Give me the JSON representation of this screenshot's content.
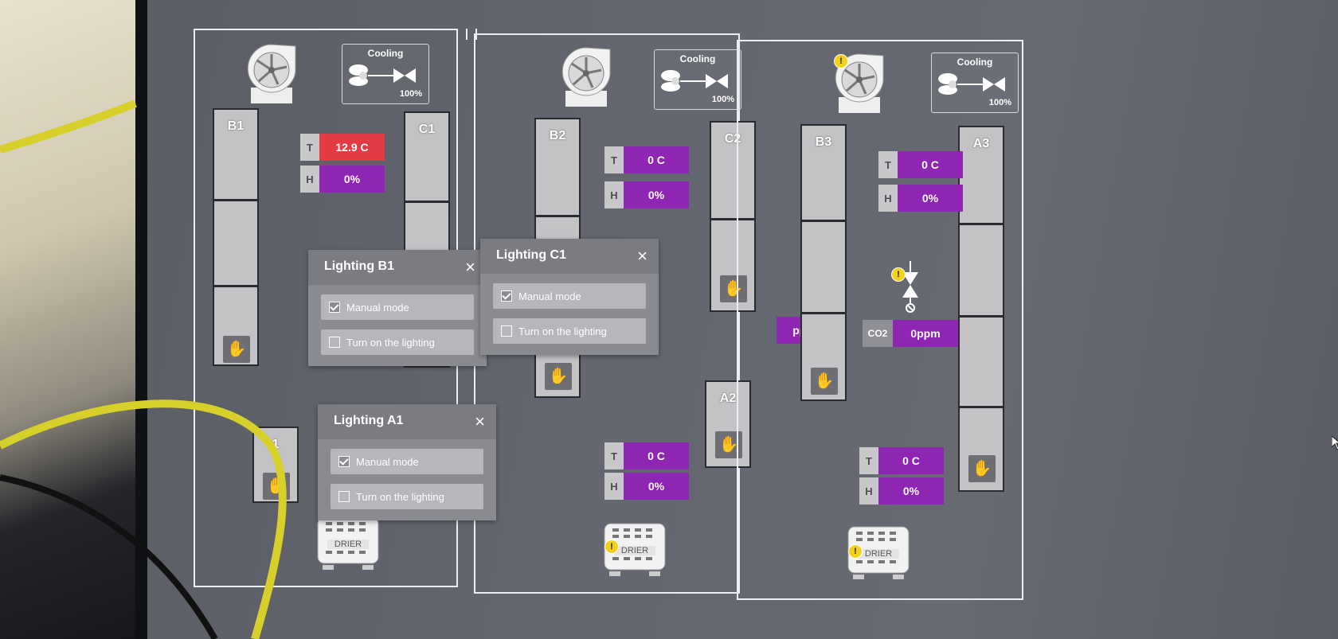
{
  "cooling": {
    "label": "Cooling",
    "percent": "100%"
  },
  "zones": [
    {
      "rack_a": {
        "label": "B1"
      },
      "rack_b": {
        "label": "C1"
      },
      "rack_c": {
        "label": "1"
      },
      "sensor_t": {
        "key": "T",
        "value": "12.9 C"
      },
      "sensor_h": {
        "key": "H",
        "value": "0%"
      },
      "drier": "DRIER"
    },
    {
      "rack_a": {
        "label": "B2"
      },
      "rack_b": {
        "label": "C2"
      },
      "rack_c": {
        "label": "A2"
      },
      "sensor_t": {
        "key": "T",
        "value": "0 C"
      },
      "sensor_h": {
        "key": "H",
        "value": "0%"
      },
      "sensor_t2": {
        "key": "T",
        "value": "0 C"
      },
      "sensor_h2": {
        "key": "H",
        "value": "0%"
      },
      "co2": {
        "value": "ppm"
      },
      "drier": "DRIER"
    },
    {
      "rack_a": {
        "label": "B3"
      },
      "rack_b": {
        "label": "A3"
      },
      "sensor_t": {
        "key": "T",
        "value": "0 C"
      },
      "sensor_h": {
        "key": "H",
        "value": "0%"
      },
      "sensor_t2": {
        "key": "T",
        "value": "0 C"
      },
      "sensor_h2": {
        "key": "H",
        "value": "0%"
      },
      "co2": {
        "key": "CO2",
        "value": "0ppm"
      },
      "drier": "DRIER"
    }
  ],
  "dialogs": [
    {
      "title": "Lighting B1",
      "close": "×",
      "manual": "Manual mode",
      "lighting": "Turn on the lighting"
    },
    {
      "title": "Lighting C1",
      "close": "×",
      "manual": "Manual mode",
      "lighting": "Turn on the lighting"
    },
    {
      "title": "Lighting A1",
      "close": "×",
      "manual": "Manual mode",
      "lighting": "Turn on the lighting"
    }
  ],
  "icons": {
    "hand": "hand-icon",
    "fan": "fan-icon",
    "warning": "warning-icon",
    "valve": "valve-icon"
  },
  "colors": {
    "purple": "#8e26b3",
    "alarm_red": "#e23b43",
    "warning_yellow": "#f2d21c"
  }
}
